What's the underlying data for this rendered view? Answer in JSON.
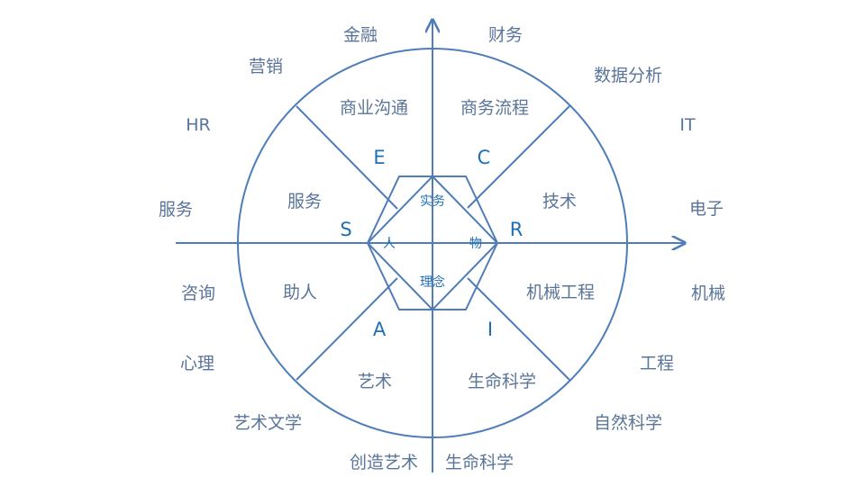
{
  "outer_labels": {
    "jinrong": "金融",
    "caiwu": "财务",
    "yingxiao": "营销",
    "shuju": "数据分析",
    "hr": "HR",
    "it": "IT",
    "fuwu": "服务",
    "dianzi": "电子",
    "zixun": "咨询",
    "jixie": "机械",
    "xinli": "心理",
    "gongcheng": "工程",
    "yishuwenxue": "艺术文学",
    "ziran": "自然科学",
    "chuangzao": "创造艺术",
    "shengming": "生命科学"
  },
  "inner_labels": {
    "shangye": "商业沟通",
    "shangwu": "商务流程",
    "fuwu": "服务",
    "jishu": "技术",
    "zhuren": "助人",
    "jixiegongcheng": "机械工程",
    "yishu": "艺术",
    "shengming": "生命科学"
  },
  "letters": {
    "E": "E",
    "C": "C",
    "S": "S",
    "R": "R",
    "A": "A",
    "I": "I"
  },
  "core_labels": {
    "shiwu": "实务",
    "ren": "人",
    "wu": "物",
    "linian": "理念"
  }
}
